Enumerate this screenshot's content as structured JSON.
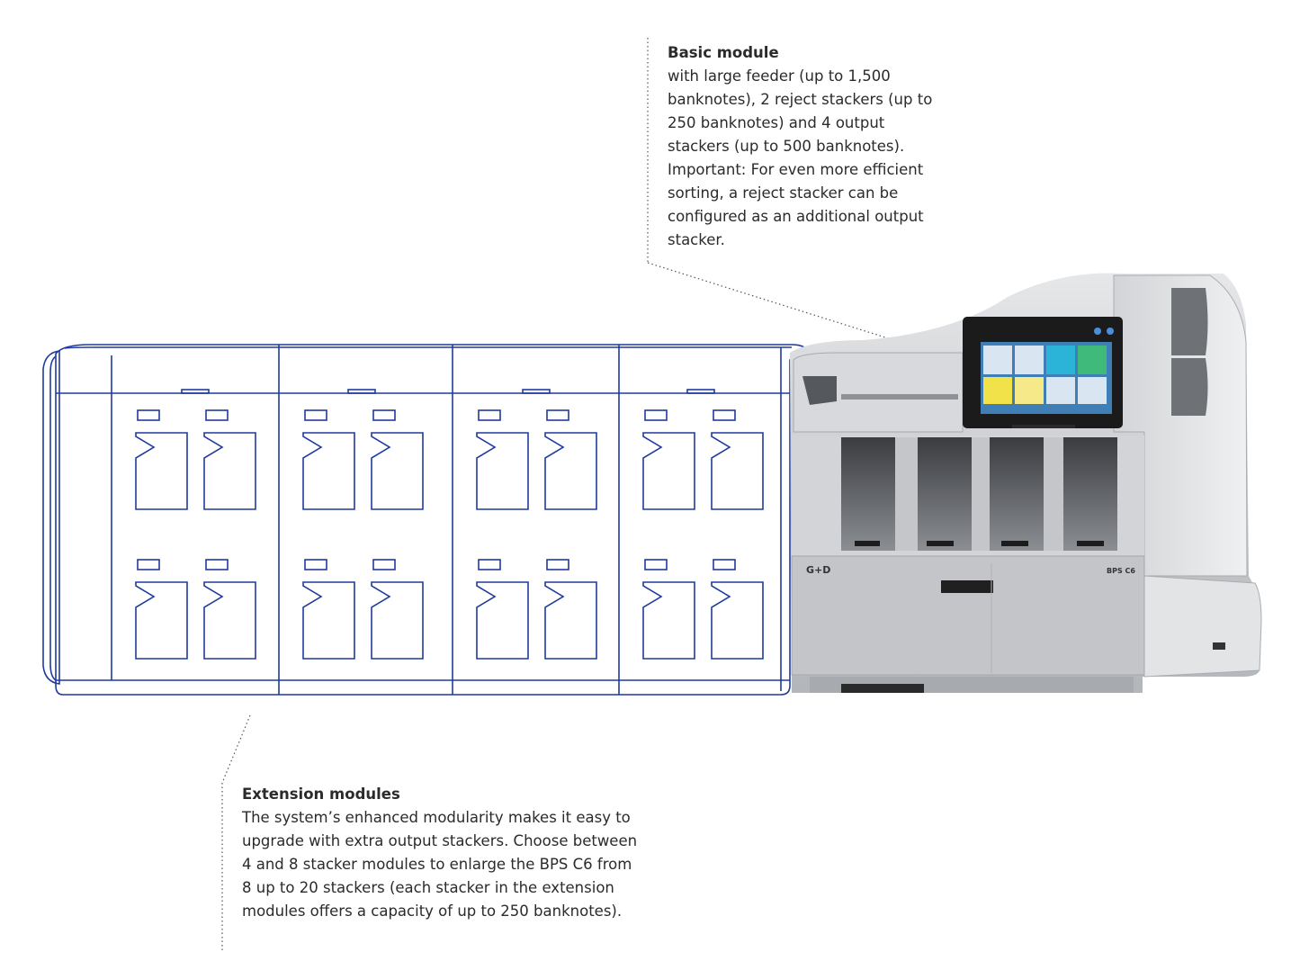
{
  "basic_module": {
    "title": "Basic module",
    "body": "with large feeder (up to 1,500 banknotes), 2 reject stackers (up to 250 banknotes) and 4 output stackers (up to 500 banknotes). Important: For even more efficient sorting, a reject stacker can be configured as an additional output stacker."
  },
  "extension_modules": {
    "title": "Extension modules",
    "body": "The system’s enhanced modularity makes it easy to upgrade with extra output stackers. Choose between 4 and 8 stacker modules to enlarge the BPS C6 from 8 up to 20 stackers (each stacker in the extension modules offers a capacity of up to 250 banknotes)."
  },
  "machine": {
    "brand_logo": "G+D",
    "model_label": "BPS C6"
  },
  "colors": {
    "outline": "#1f3a9e",
    "machine_body": "#c8cacd",
    "machine_dark": "#5a5d62",
    "screen_frame": "#1b1b1b"
  }
}
